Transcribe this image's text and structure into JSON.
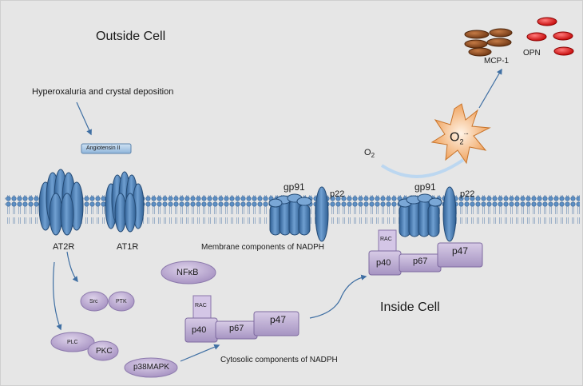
{
  "regions": {
    "outside": "Outside Cell",
    "inside": "Inside Cell"
  },
  "stimulus": {
    "text": "Hyperoxaluria and crystal deposition",
    "angiotensin": "Angiotensin II"
  },
  "receptors": {
    "at2r": "AT2R",
    "at1r": "AT1R"
  },
  "membrane_complex": {
    "gp91": "gp91",
    "p22": "p22",
    "caption": "Membrane components of NADPH"
  },
  "active_complex": {
    "gp91": "gp91",
    "p22": "p22",
    "rac": "RAC",
    "p40": "p40",
    "p67": "p67",
    "p47": "p47"
  },
  "cytosolic_complex": {
    "rac": "RAC",
    "p40": "p40",
    "p67": "p67",
    "p47": "p47",
    "caption": "Cytosolic components of NADPH"
  },
  "signaling": {
    "nfkb": "NFκB",
    "src": "Src",
    "ptk": "PTK",
    "plc": "PLC",
    "pkc": "PKC",
    "p38mapk": "p38MAPK"
  },
  "ros": {
    "o2": "O",
    "o2_sub": "2",
    "superoxide": "O",
    "superoxide_sub": "2",
    "superoxide_sup": "·-"
  },
  "outputs": {
    "mcp1": "MCP-1",
    "opn": "OPN"
  },
  "colors": {
    "background": "#e6e6e6",
    "membrane_blue": "#4f7fb5",
    "complex_purple": "#b7a6cf",
    "opn_red": "#e02020",
    "mcp_brown": "#8a4b24",
    "burst_orange": "#f3b57a",
    "arrow": "#3f6fa3"
  }
}
